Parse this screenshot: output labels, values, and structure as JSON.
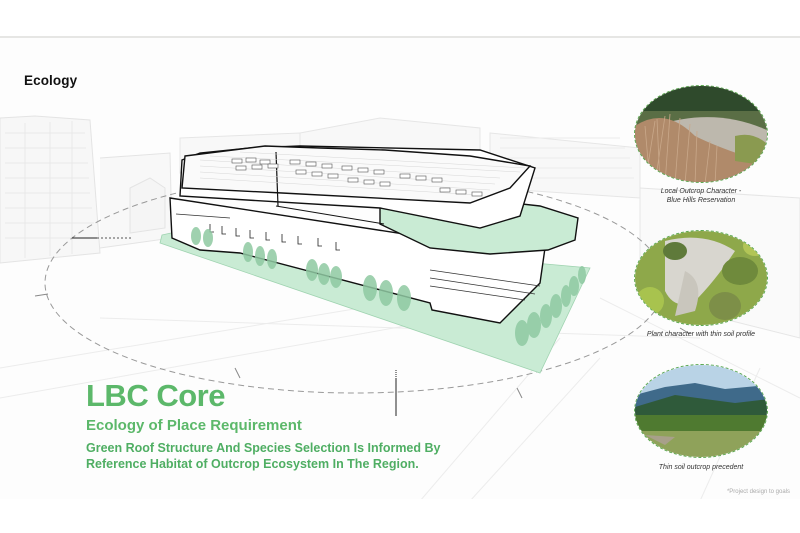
{
  "slide": {
    "section_title": "Ecology",
    "headline": "LBC Core",
    "subheadline": "Ecology of Place Requirement",
    "body_lines": [
      "Green Roof Structure And Species Selection Is Informed By",
      "Reference Habitat of Outcrop Ecosystem In The Region."
    ],
    "footnote": "*Project design to goals"
  },
  "photos": [
    {
      "caption_line1": "Local Outcrop Character -",
      "caption_line2": "Blue Hills Reservation",
      "subject": "tall-grass-outcrop-photo"
    },
    {
      "caption_line1": "Plant character with thin soil profile",
      "caption_line2": "",
      "subject": "thin-soil-plants-photo"
    },
    {
      "caption_line1": "Thin soil outcrop precedent",
      "caption_line2": "",
      "subject": "mountain-outcrop-photo"
    }
  ],
  "colors": {
    "accent_green": "#5cb86a",
    "landscape_green": "#bfe6cc",
    "tree_green": "#8fc9a2",
    "line_dark": "#111111"
  }
}
